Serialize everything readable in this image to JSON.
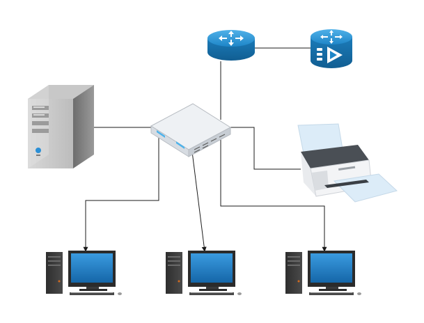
{
  "diagram": {
    "devices": [
      {
        "id": "router",
        "kind": "router",
        "icon": "router-icon"
      },
      {
        "id": "streaming-router",
        "kind": "video-router",
        "icon": "streaming-router-icon"
      },
      {
        "id": "server",
        "kind": "tower-server",
        "icon": "server-tower-icon"
      },
      {
        "id": "switch",
        "kind": "network-switch",
        "icon": "network-switch-icon"
      },
      {
        "id": "printer",
        "kind": "inkjet-printer",
        "icon": "printer-icon"
      },
      {
        "id": "pc-1",
        "kind": "desktop-computer",
        "icon": "desktop-computer-icon"
      },
      {
        "id": "pc-2",
        "kind": "desktop-computer",
        "icon": "desktop-computer-icon"
      },
      {
        "id": "pc-3",
        "kind": "desktop-computer",
        "icon": "desktop-computer-icon"
      }
    ],
    "connections": [
      {
        "from": "router",
        "to": "streaming-router",
        "arrow": false
      },
      {
        "from": "router",
        "to": "switch",
        "arrow": false
      },
      {
        "from": "server",
        "to": "switch",
        "arrow": false
      },
      {
        "from": "switch",
        "to": "printer",
        "arrow": false
      },
      {
        "from": "switch",
        "to": "pc-1",
        "arrow": true
      },
      {
        "from": "switch",
        "to": "pc-2",
        "arrow": true
      },
      {
        "from": "switch",
        "to": "pc-3",
        "arrow": true
      }
    ],
    "colors": {
      "line": "#1a1a1a",
      "router_blue": "#1e86c8",
      "monitor_blue": "#1f7fc4",
      "server_gray": "#8c8c8c",
      "switch_white": "#f2f4f6",
      "printer_paper": "#dcecf8"
    }
  }
}
